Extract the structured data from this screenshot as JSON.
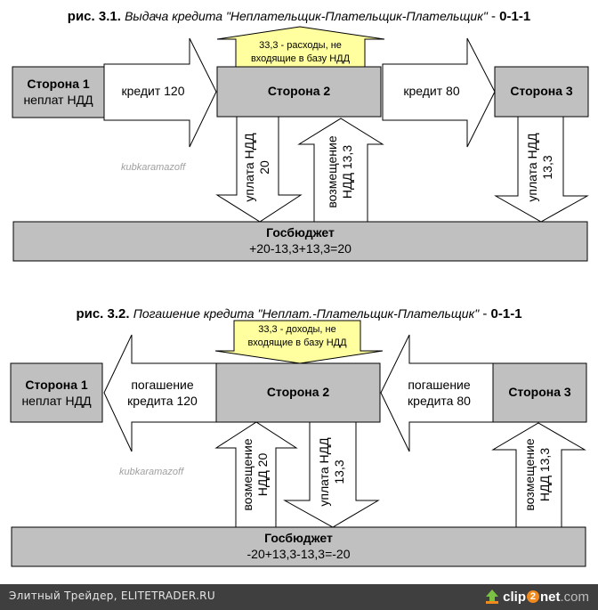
{
  "figure1": {
    "title_num": "рис. 3.1.",
    "title_name": "Выдача кредита \"Неплательщик-Плательщик-Плательщик\"",
    "title_sep": " - ",
    "title_code": "0-1-1",
    "side1": {
      "name": "Сторона 1",
      "sub": "неплат НДД"
    },
    "side2": {
      "name": "Сторона 2"
    },
    "side3": {
      "name": "Сторона 3"
    },
    "arrow_credit_1": "кредит 120",
    "arrow_credit_2": "кредит 80",
    "note_line1": "33,3 - расходы, не",
    "note_line2": "входящие в базу НДД",
    "side2_pay": {
      "line1": "уплата НДД",
      "line2": "20"
    },
    "side2_refund": {
      "line1": "возмещение",
      "line2": "НДД 13,3"
    },
    "side3_pay": {
      "line1": "уплата НДД",
      "line2": "13,3"
    },
    "budget": {
      "name": "Госбюджет",
      "formula": "+20-13,3+13,3=20"
    },
    "watermark": "kubkaramazoff"
  },
  "figure2": {
    "title_num": "рис. 3.2.",
    "title_name": "Погашение кредита \"Неплат.-Плательщик-Плательщик\"",
    "title_sep": " - ",
    "title_code": "0-1-1",
    "side1": {
      "name": "Сторона 1",
      "sub": "неплат НДД"
    },
    "side2": {
      "name": "Сторона 2"
    },
    "side3": {
      "name": "Сторона 3"
    },
    "arrow_repay_1": {
      "line1": "погашение",
      "line2": "кредита 120"
    },
    "arrow_repay_2": {
      "line1": "погашение",
      "line2": "кредита 80"
    },
    "note_line1": "33,3 - доходы, не",
    "note_line2": "входящие в базу НДД",
    "side2_refund": {
      "line1": "возмещение",
      "line2": "НДД 20"
    },
    "side2_pay": {
      "line1": "уплата НДД",
      "line2": "13,3"
    },
    "side3_refund": {
      "line1": "возмещение",
      "line2": "НДД 13,3"
    },
    "budget": {
      "name": "Госбюджет",
      "formula": "-20+13,3-13,3=-20"
    },
    "watermark": "kubkaramazoff"
  },
  "colors": {
    "box_fill": "#c0c0c0",
    "arrow_fill": "#ffffff",
    "note_fill": "#ffffa0",
    "stroke": "#000000",
    "footer_bg": "#3f3f3f"
  },
  "footer": {
    "site": "Элитный Трейдер, ELITETRADER.RU",
    "logo_pre": "clip",
    "logo_two": "2",
    "logo_post": "net",
    "logo_domain": ".com"
  }
}
